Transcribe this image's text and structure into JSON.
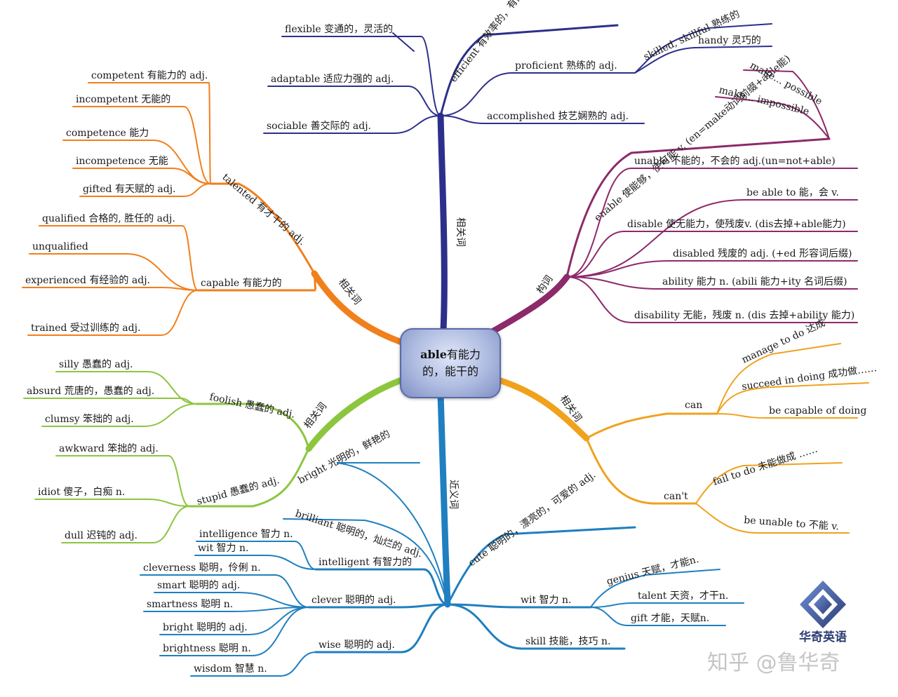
{
  "center": {
    "word": "able",
    "line1_rest": "有能力",
    "line2": "的，能干的"
  },
  "colors": {
    "top": "#2d2f8c",
    "right_top": "#8c2a6a",
    "right_bottom": "#f0a21c",
    "bottom": "#1f7fc0",
    "left_bottom": "#8cc63f",
    "left_top": "#f07f1c"
  },
  "branches": {
    "top": {
      "label": "相关词",
      "left": [
        "flexible 变通的，灵活的",
        "adaptable 适应力强的 adj.",
        "sociable 善交际的 adj."
      ],
      "right": [
        "efficient 有效率的，有能力的 adj.",
        "proficient 熟练的 adj.",
        "accomplished 技艺娴熟的 adj."
      ],
      "proficient_children": [
        "skilled, skillful 熟练的",
        "handy 灵巧的"
      ]
    },
    "right_top": {
      "label": "构词",
      "enable": "enable 使能够，使可能 v. (en=make动词前缀+able能)",
      "enable_children": [
        "make... possible",
        "make... impossible"
      ],
      "items": [
        "unable 不能的，不会的 adj.(un=not+able)",
        "be able to 能，会 v.",
        "disable 使无能力，使残废v. (dis去掉+able能力)",
        "disabled 残废的 adj. (+ed 形容词后缀)",
        "ability 能力 n. (abili 能力+ity 名词后缀)",
        "disability 无能，残废 n. (dis 去掉+ability 能力)"
      ]
    },
    "right_bottom": {
      "label": "相关词",
      "can": "can",
      "can_children": [
        "manage to do 达成",
        "succeed in doing 成功做……",
        "be capable of doing"
      ],
      "cant": "can't",
      "cant_children": [
        "fail to do 未能做成 ……",
        "be unable to 不能 v."
      ]
    },
    "bottom": {
      "label": "近义词",
      "bright": "bright 光明的，鲜艳的",
      "brilliant": "brilliant 聪明的，灿烂的 adj.",
      "intelligent": "intelligent 有智力的",
      "intelligent_children": [
        "intelligence 智力 n.",
        "wit 智力 n."
      ],
      "clever": "clever 聪明的 adj.",
      "clever_children": [
        "cleverness 聪明，伶俐 n.",
        "smart 聪明的 adj.",
        "smartness 聪明 n.",
        "bright 聪明的 adj.",
        "brightness 聪明 n."
      ],
      "wise": "wise 聪明的 adj.",
      "wise_children": [
        "wisdom 智慧 n."
      ],
      "cute": "cute 聪明的，漂亮的，可爱的 adj.",
      "wit": "wit 智力 n.",
      "wit_children": [
        "genius 天赋，才能n.",
        "talent 天资，才干n.",
        "gift 才能，天赋n."
      ],
      "skill": "skill 技能，技巧 n."
    },
    "left_bottom": {
      "label": "相关词",
      "foolish": "foolish 愚蠢的 adj.",
      "foolish_children": [
        "silly 愚蠢的 adj.",
        "absurd 荒唐的，愚蠢的 adj.",
        "clumsy 笨拙的 adj."
      ],
      "stupid": "stupid 愚蠢的 adj.",
      "stupid_children": [
        "awkward 笨拙的 adj.",
        "idiot 傻子，白痴 n.",
        "dull 迟钝的 adj."
      ]
    },
    "left_top": {
      "label": "相关词",
      "talented": "talented 有才干的 adj.",
      "talented_children": [
        "competent 有能力的 adj.",
        "incompetent 无能的",
        "competence 能力",
        "incompetence 无能",
        "gifted 有天赋的 adj."
      ],
      "capable": "capable 有能力的",
      "capable_children": [
        "qualified 合格的, 胜任的 adj.",
        "unqualified",
        "experienced 有经验的 adj.",
        "trained 受过训练的 adj."
      ]
    }
  },
  "logo": {
    "icon": "diamond-logo-icon",
    "text": "华奇英语"
  },
  "watermark": "知乎 @鲁华奇"
}
